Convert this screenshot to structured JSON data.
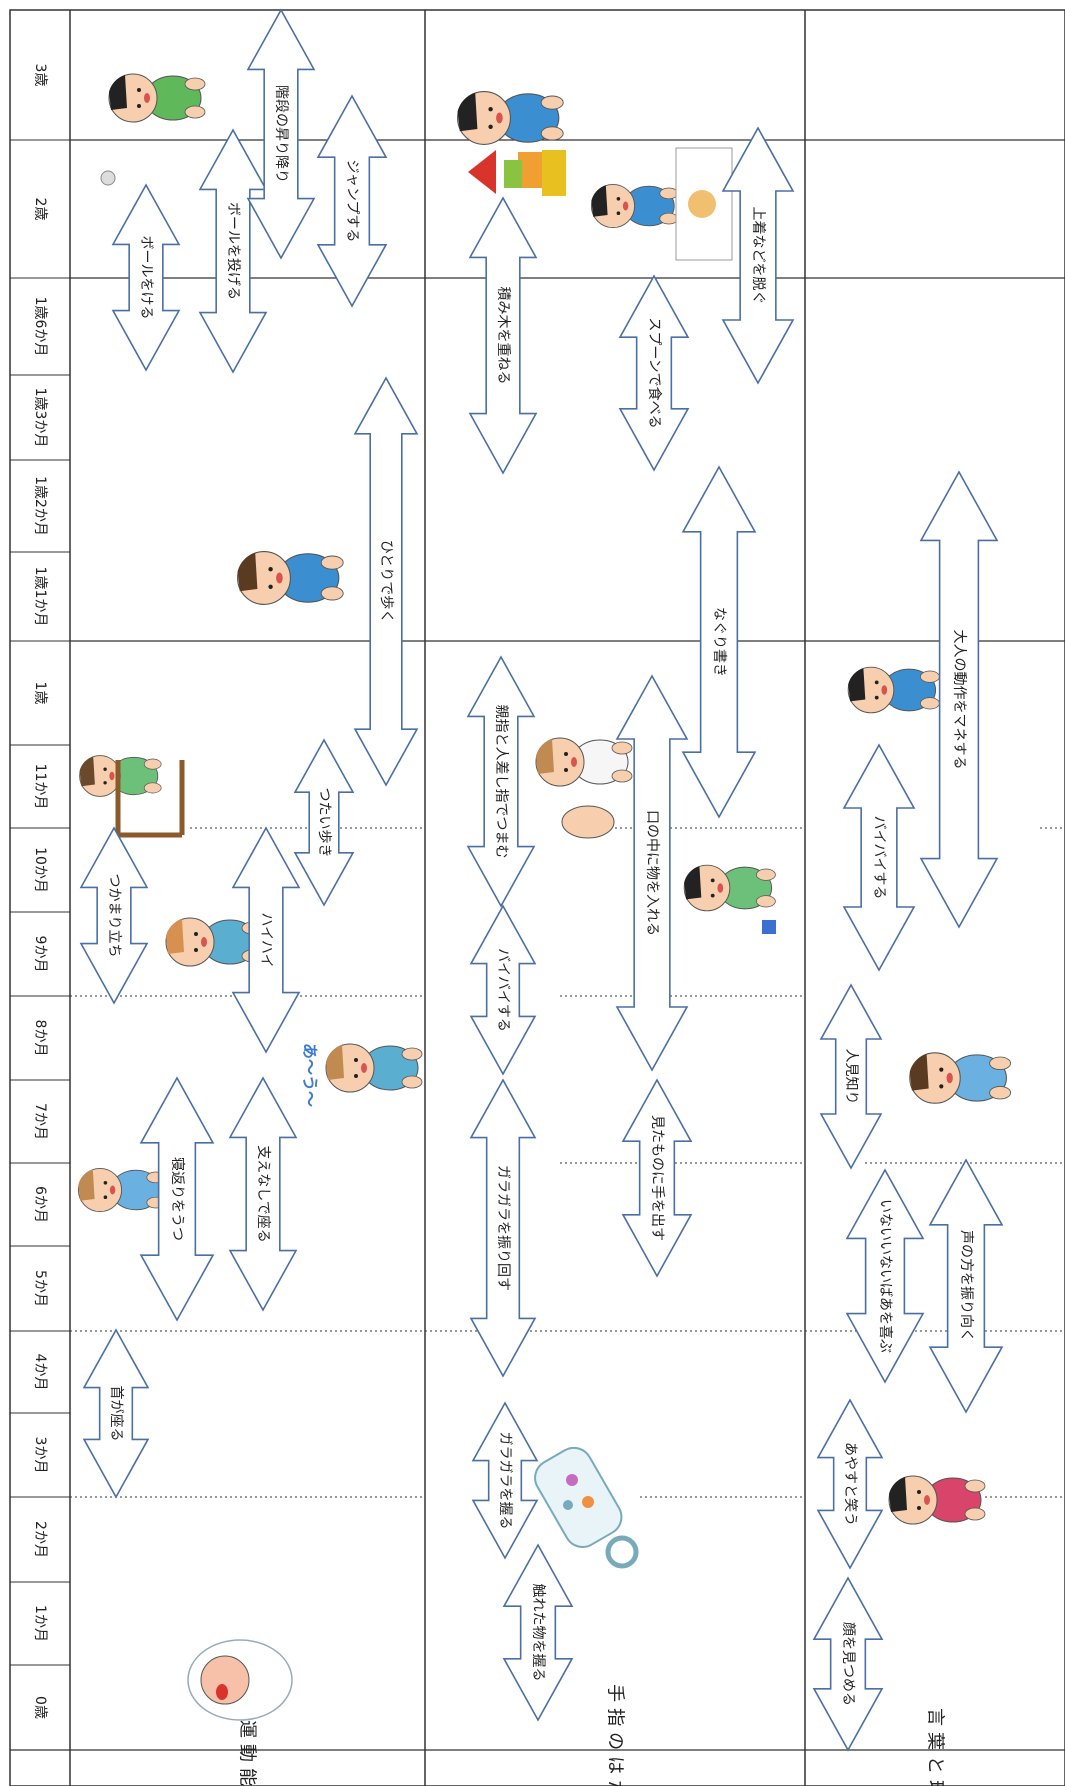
{
  "age_labels": [
    "3歳",
    "2歳",
    "1歳6か月",
    "1歳3か月",
    "1歳2か月",
    "1歳1か月",
    "1歳",
    "11か月",
    "10か月",
    "9か月",
    "8か月",
    "7か月",
    "6か月",
    "5か月",
    "4か月",
    "3か月",
    "2か月",
    "1か月",
    "0歳"
  ],
  "categories": [
    "運動能力",
    "手指のはたらき",
    "言葉と理解"
  ],
  "arrow_color": "#4a6fa5",
  "arrows": [
    {
      "label": "ボールをける",
      "col": 0
    },
    {
      "label": "ボールを投げる",
      "col": 0
    },
    {
      "label": "階段の昇り降り",
      "col": 0
    },
    {
      "label": "ジャンプする",
      "col": 0
    },
    {
      "label": "ひとりで歩く",
      "col": 0
    },
    {
      "label": "つたい歩き",
      "col": 0
    },
    {
      "label": "つかまり立ち",
      "col": 0
    },
    {
      "label": "ハイハイ",
      "col": 0
    },
    {
      "label": "寝返りをうつ",
      "col": 0
    },
    {
      "label": "支えなしで座る",
      "col": 0
    },
    {
      "label": "首が座る",
      "col": 0
    },
    {
      "label": "積み木を重ねる",
      "col": 1
    },
    {
      "label": "スプーンで食べる",
      "col": 1
    },
    {
      "label": "上着などを脱ぐ",
      "col": 1
    },
    {
      "label": "なぐり書き",
      "col": 1
    },
    {
      "label": "親指と人差し指でつまむ",
      "col": 1
    },
    {
      "label": "口の中に物を入れる",
      "col": 1
    },
    {
      "label": "バイバイする",
      "col": 1
    },
    {
      "label": "ガラガラを振り回す",
      "col": 1
    },
    {
      "label": "見たものに手を出す",
      "col": 1
    },
    {
      "label": "ガラガラを握る",
      "col": 1
    },
    {
      "label": "触れた物を握る",
      "col": 1
    },
    {
      "label": "大人の動作をマネする",
      "col": 2
    },
    {
      "label": "バイバイする",
      "col": 2
    },
    {
      "label": "人見知り",
      "col": 2
    },
    {
      "label": "いないいないばあを喜ぶ",
      "col": 2
    },
    {
      "label": "声の方を振り向く",
      "col": 2
    },
    {
      "label": "あやすと笑う",
      "col": 2
    },
    {
      "label": "顔を見つめる",
      "col": 2
    }
  ],
  "illustrations": [
    "baby-kicking-ball",
    "child-stacking-blocks",
    "child-eating-with-spoon",
    "toddler-walking",
    "baby-holding-table",
    "child-waving",
    "baby-grabbing-fingers",
    "baby-putting-block-in-mouth",
    "baby-crawling",
    "baby-sitting-babbling",
    "baby-crying-stranger",
    "baby-rolling-over",
    "parent-holding-baby",
    "rattle-toy",
    "newborn-crying"
  ],
  "babble_text": "あ〜う〜"
}
